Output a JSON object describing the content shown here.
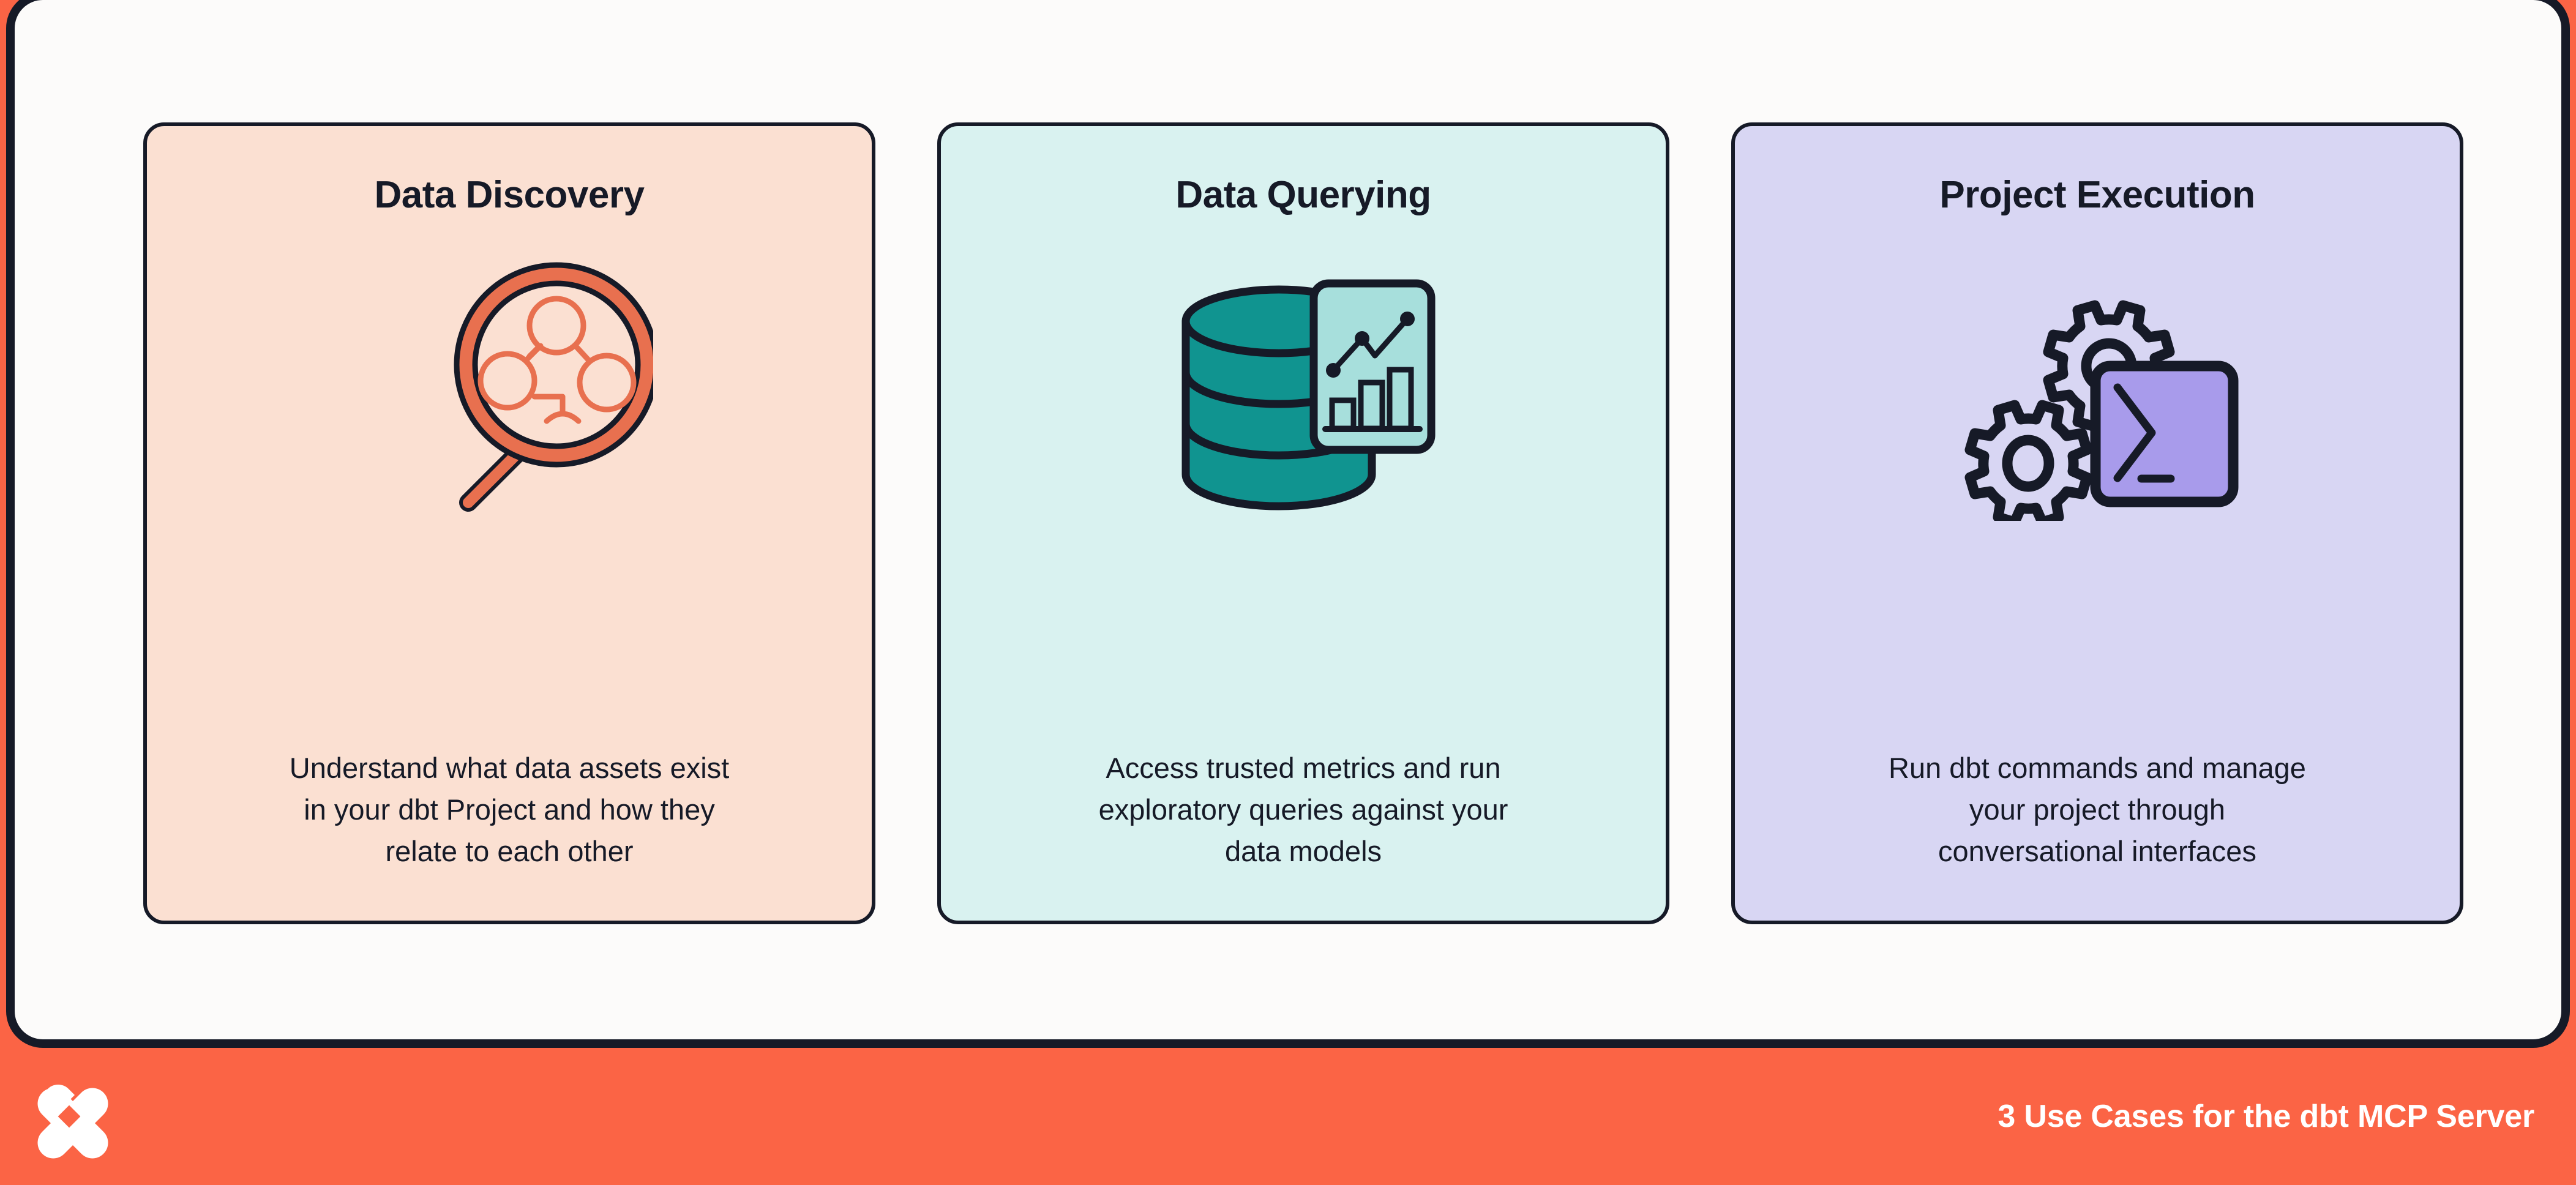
{
  "theme": {
    "frame_border": "#161A27",
    "panel_bg": "#FCFBFA",
    "footer_bg": "#FB6445",
    "ink": "#161A27",
    "accent_orange": "#E8704F",
    "accent_teal": "#109490",
    "accent_teal_light": "#A7DFDC",
    "accent_purple": "#A89BEB"
  },
  "cards": [
    {
      "id": "data-discovery",
      "title": "Data Discovery",
      "description": "Understand what data assets exist\nin your dbt Project and how they\nrelate to each other",
      "icon_name": "magnifying-glass-lineage-icon",
      "bg": "#FBE0D2"
    },
    {
      "id": "data-querying",
      "title": "Data Querying",
      "description": "Access trusted metrics and run\nexploratory queries against your\ndata models",
      "icon_name": "database-analytics-icon",
      "bg": "#D9F2F0"
    },
    {
      "id": "project-execution",
      "title": "Project Execution",
      "description": "Run dbt commands and manage\nyour project through\nconversational interfaces",
      "icon_name": "gears-terminal-icon",
      "bg": "#D8D6F3"
    }
  ],
  "footer": {
    "logo_name": "dbt-logo",
    "caption": "3 Use Cases for the dbt MCP Server"
  }
}
